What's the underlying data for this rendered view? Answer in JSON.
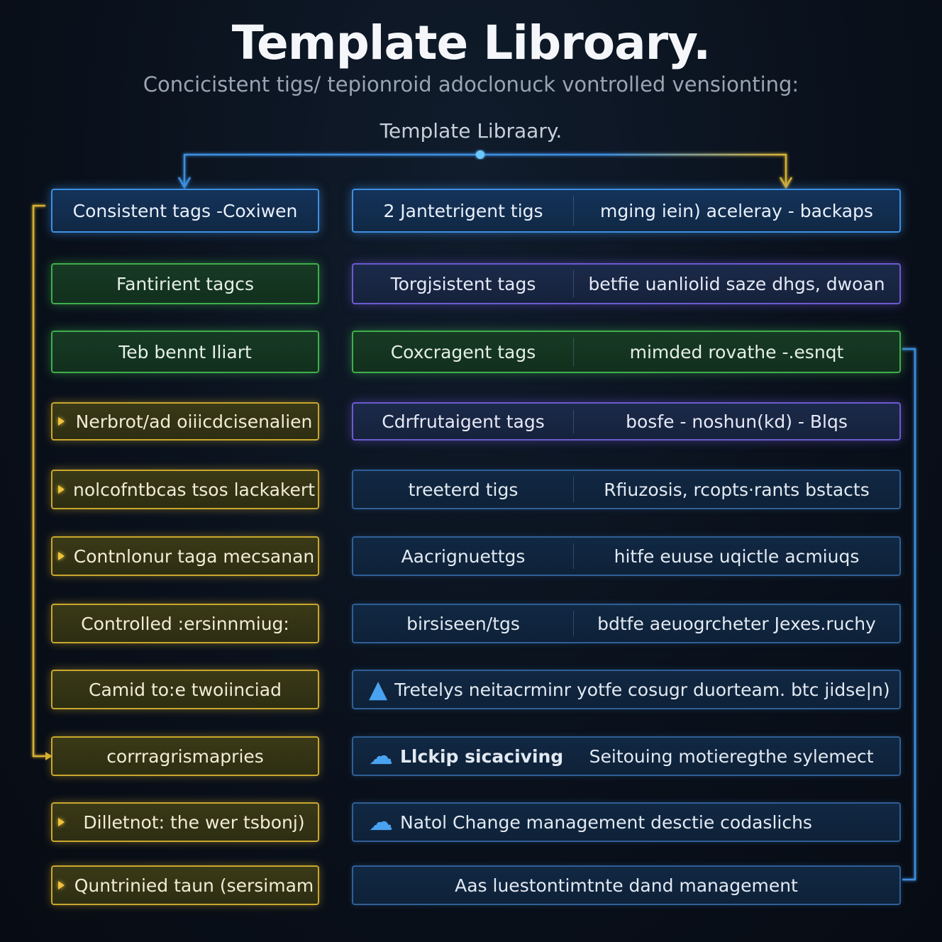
{
  "header": {
    "title": "Template Libroary.",
    "subtitle": "Concicistent tigs/ tepionroid adoclonuck vontrolled vensionting:",
    "root_label": "Template Libraary."
  },
  "left_column": [
    {
      "label": "Consistent tags -Coxiwen",
      "style": "blue",
      "arrow": false
    },
    {
      "label": "Fantirient tagcs",
      "style": "green",
      "arrow": false
    },
    {
      "label": "Teb bennt Iliart",
      "style": "green",
      "arrow": false
    },
    {
      "label": "Nerbrot/ad oiiicdcisenalien",
      "style": "yellow",
      "arrow": true
    },
    {
      "label": "nolcofntbcas tsos lackakert",
      "style": "yellow",
      "arrow": true
    },
    {
      "label": "Contnlonur taga mecsanan",
      "style": "yellow",
      "arrow": true
    },
    {
      "label": "Controlled :ersinnmiug:",
      "style": "yellow",
      "arrow": false
    },
    {
      "label": "Camid to:e twoiinciad",
      "style": "yellow",
      "arrow": false
    },
    {
      "label": "corrragrismapries",
      "style": "yellow",
      "arrow": false
    },
    {
      "label": "Dilletnot: the wer tsbonj)",
      "style": "yellow",
      "arrow": true
    },
    {
      "label": "Quntrinied taun (sersimam",
      "style": "yellow",
      "arrow": true
    }
  ],
  "right_column": [
    {
      "left": "2 Jantetrigent tigs",
      "right": "mging iein) aceleray - backaps",
      "style": "blue"
    },
    {
      "left": "Torgjsistent tags",
      "right": "betfie uanliolid saze dhgs, dwoan",
      "style": "purple"
    },
    {
      "left": "Coxcragent tags",
      "right": "mimded rovathe -.esnqt",
      "style": "green"
    },
    {
      "left": "Cdrfrutaigent tags",
      "right": "bosfe - noshun(kd) - Blqs",
      "style": "purple"
    },
    {
      "left": "treeterd tigs",
      "right": "Rfiuzosis, rcopts·rants bstacts",
      "style": "navy",
      "icon_right": "hood-icon"
    },
    {
      "left": "Aacrignuettgs",
      "right": "hitfe euuse uqictle acmiuqs",
      "style": "navy"
    },
    {
      "left": "birsiseen/tgs",
      "right": "bdtfe aeuogrcheter Jexes.ruchy",
      "style": "navy"
    }
  ],
  "right_icon_rows": [
    {
      "icon": "warning-triangle-icon",
      "glyph": "▲",
      "text": "Tretelys neitacrminr yotfe cosugr duorteam. btc jidse|n)"
    },
    {
      "icon": "cloud-sync-icon",
      "glyph": "☁",
      "left": "Llckip sicaciving",
      "right": "Seitouing motieregthe sylemect"
    },
    {
      "icon": "cloud-network-icon",
      "glyph": "☁",
      "text": "Natol Change management desctie codaslichs"
    }
  ],
  "last_row": {
    "text": "Aas luestontimtnte dand management"
  },
  "colors": {
    "blue": "#3e8fe0",
    "green": "#3fae4c",
    "yellow": "#c9a72e",
    "purple": "#6c5ad0",
    "navy": "#2f5f96",
    "accent_glow": "#f0c43a"
  }
}
